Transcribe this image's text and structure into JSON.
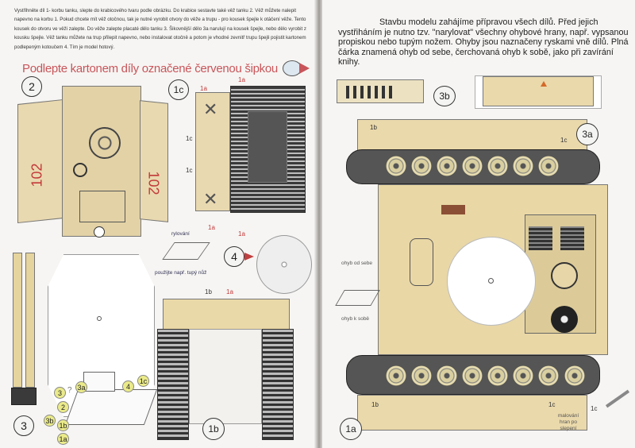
{
  "left_page": {
    "instructions": "Vystřihněte díl 1- korbu tanku, slepte do krabicového tvaru podle obrázku. Do krabice sestavte také věž tanku 2. Věž můžete nalepit napevno na korbu 1. Pokud chcete mít věž otočnou, tak je nutné vyrobit otvory do věže a trupu - pro kousek špejle k otáčení věže. Tento kousek do otvoru ve věži zalepte. Do věže zalepte placaté dělo tanku 3. Šikovnější dělo 3a narulují na kousek špejle, nebo dělo vyrobit z kousku špejle. Věž tanku můžete na trup přilepit napevno, nebo instalovat otočně a potom je vhodné zevnitř trupu špejli pojistit kartonem podlepeným kotoučem 4. Tím je model hotový.",
    "heading": "Podlepte kartonem díly označené červenou šipkou",
    "turret_number_1": "102",
    "turret_number_2": "102",
    "part_labels": {
      "p2": "2",
      "p1c": "1c",
      "p4": "4",
      "p3": "3",
      "p1b": "1b"
    },
    "flap_labels": {
      "a": "1a",
      "b": "1a",
      "c": "1c",
      "d": "1c",
      "e": "1a",
      "f": "1a",
      "g": "1a",
      "h": "1b",
      "i": "1a"
    },
    "scoring_label": "rylování",
    "scoring_hint": "použijte např. tupý nůž",
    "assembly_labels": [
      "3",
      "?",
      "3a",
      "4",
      "1c",
      "2",
      "3b",
      "1b",
      "1a"
    ],
    "accent_red": "#c8555a"
  },
  "right_page": {
    "intro": "Stavbu modelu zahájíme přípravou všech dílů. Před jejich vystřiháním je nutno tzv. \"narylovat\" všechny ohybové hrany, např. vypsanou propiskou nebo tupým nožem. Ohyby jsou naznačeny ryskami vně dílů. Plná čárka znamená ohyb od sebe, čerchovaná ohyb k sobě, jako při zavírání knihy.",
    "part_labels": {
      "p3b": "3b",
      "p3a": "3a",
      "p1a": "1a"
    },
    "flap_labels": {
      "a": "1b",
      "b": "1c",
      "c": "1b",
      "d": "1c",
      "e": "1c"
    },
    "fold_away": "ohyb od sebe",
    "fold_toward": "ohyb k sobě",
    "edge_note": "malování hran po slepení"
  }
}
